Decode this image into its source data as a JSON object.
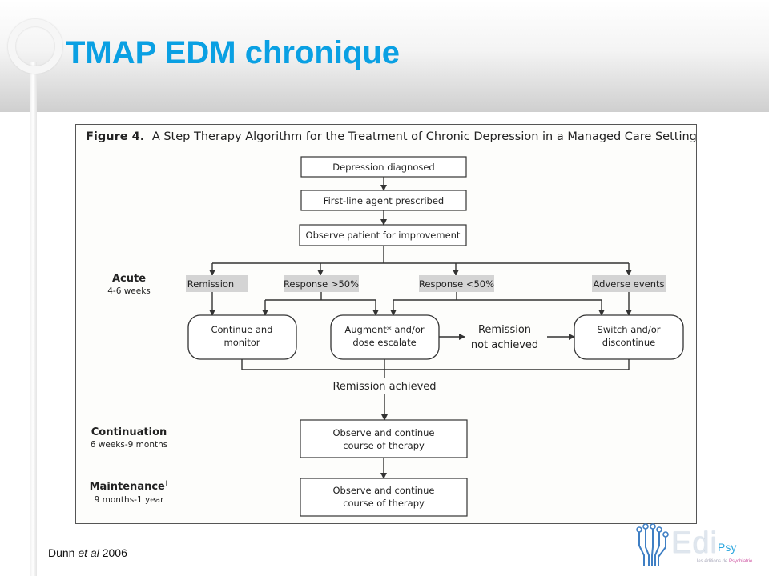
{
  "slide": {
    "title": "TMAP EDM chronique",
    "citation": {
      "author": "Dunn",
      "etal": "et al",
      "year": "2006"
    }
  },
  "figure": {
    "label": "Figure 4.",
    "caption": "A Step Therapy Algorithm for the Treatment of Chronic Depression in a Managed Care Setting",
    "phases": [
      {
        "name": "Acute",
        "duration": "4-6 weeks"
      },
      {
        "name": "Continuation",
        "duration": "6 weeks-9 months"
      },
      {
        "name": "Maintenance",
        "dagger": "†",
        "duration": "9 months-1 year"
      }
    ],
    "top_steps": [
      "Depression diagnosed",
      "First-line agent prescribed",
      "Observe patient for improvement"
    ],
    "outcomes": [
      "Remission",
      "Response >50%",
      "Response <50%",
      "Adverse events"
    ],
    "actions": {
      "continue": [
        "Continue and",
        "monitor"
      ],
      "augment": [
        "Augment* and/or",
        "dose escalate"
      ],
      "switch": [
        "Switch and/or",
        "discontinue"
      ]
    },
    "remission_not_achieved": [
      "Remission",
      "not achieved"
    ],
    "remission_achieved": "Remission achieved",
    "observe_continue": [
      "Observe and continue",
      "course of therapy"
    ]
  },
  "logo": {
    "name": "Edi",
    "suffix": "Psy",
    "tagline_a": "les éditions de",
    "tagline_b": "Psychiatrie"
  },
  "colors": {
    "title": "#0aa0e3",
    "label_fill": "#d4d4d4",
    "line": "#333333"
  }
}
